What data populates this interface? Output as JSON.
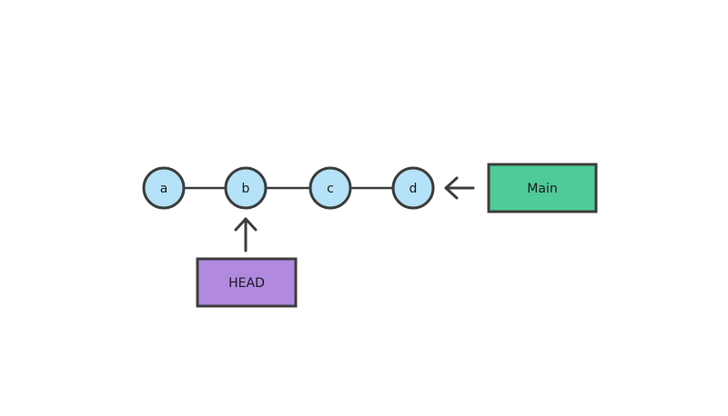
{
  "diagram": {
    "title": "git-commit-graph",
    "commits": [
      {
        "label": "a"
      },
      {
        "label": "b"
      },
      {
        "label": "c"
      },
      {
        "label": "d"
      }
    ],
    "branch": {
      "label": "Main"
    },
    "head": {
      "label": "HEAD"
    },
    "colors": {
      "commit_fill": "#b5e2f8",
      "branch_fill": "#4ecb98",
      "head_fill": "#b18ae0",
      "stroke": "#3d3d3d"
    }
  }
}
